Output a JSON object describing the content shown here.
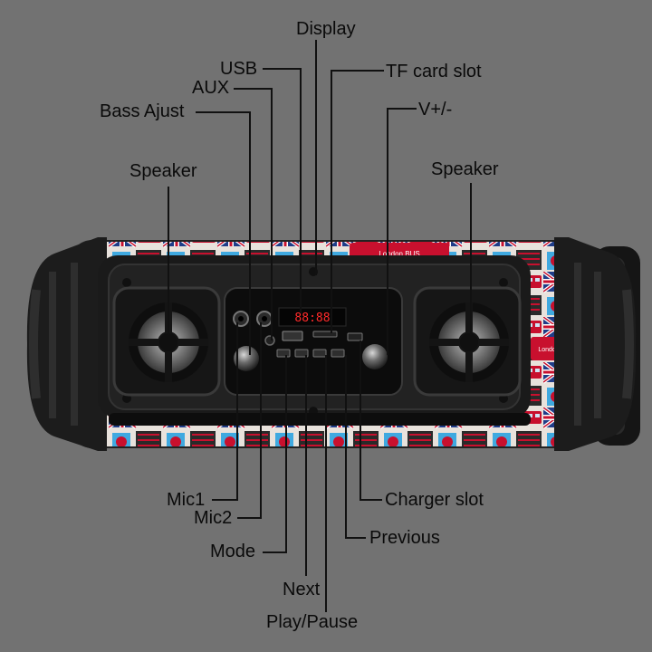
{
  "labels": {
    "display": "Display",
    "usb": "USB",
    "tf_card_slot": "TF card slot",
    "aux": "AUX",
    "bass_adjust": "Bass Ajust",
    "volume": "V+/-",
    "speaker_left": "Speaker",
    "speaker_right": "Speaker",
    "mic1": "Mic1",
    "mic2": "Mic2",
    "mode": "Mode",
    "next": "Next",
    "play_pause": "Play/Pause",
    "charger_slot": "Charger slot",
    "previous": "Previous"
  },
  "device": {
    "display_readout": "88:88",
    "bus_sign": "London BUS",
    "bus_sign_right": "London"
  },
  "colors": {
    "background": "#727272",
    "text": "#0a0a0a",
    "leader_line": "#111111",
    "body_black": "#1c1c1c",
    "flag_red": "#c8102e",
    "flag_blue": "#1f3c88",
    "led_red": "#ff2a2a"
  }
}
